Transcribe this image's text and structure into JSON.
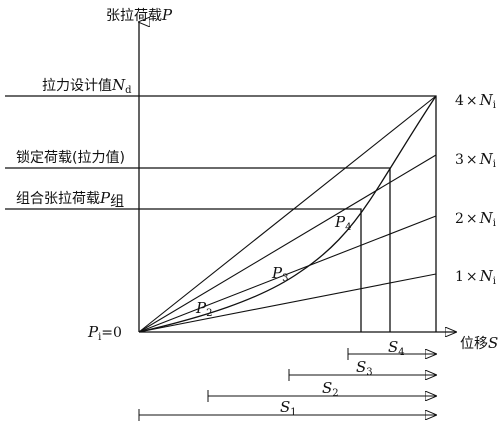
{
  "axes": {
    "y_label_cn": "张拉荷载",
    "y_label_sym": "P",
    "x_label_cn": "位移",
    "x_label_sym": "S",
    "origin_sym": "P",
    "origin_sub": "i",
    "origin_eq": "=0"
  },
  "levels": {
    "design_cn": "拉力设计值",
    "design_sym": "N",
    "design_sub": "d",
    "lock_cn": "锁定荷载(拉力值)",
    "group_cn": "组合张拉荷载",
    "group_sym": "P",
    "group_sub": "组"
  },
  "multiples": [
    {
      "coef": "4",
      "times": "×",
      "sym": "N",
      "sub": "i"
    },
    {
      "coef": "3",
      "times": "×",
      "sym": "N",
      "sub": "i"
    },
    {
      "coef": "2",
      "times": "×",
      "sym": "N",
      "sub": "i"
    },
    {
      "coef": "1",
      "times": "×",
      "sym": "N",
      "sub": "i"
    }
  ],
  "points": [
    {
      "sym": "P",
      "sub": "2"
    },
    {
      "sym": "P",
      "sub": "3"
    },
    {
      "sym": "P",
      "sub": "4"
    }
  ],
  "displacements": [
    {
      "sym": "S",
      "sub": "4"
    },
    {
      "sym": "S",
      "sub": "3"
    },
    {
      "sym": "S",
      "sub": "2"
    },
    {
      "sym": "S",
      "sub": "1"
    }
  ]
}
